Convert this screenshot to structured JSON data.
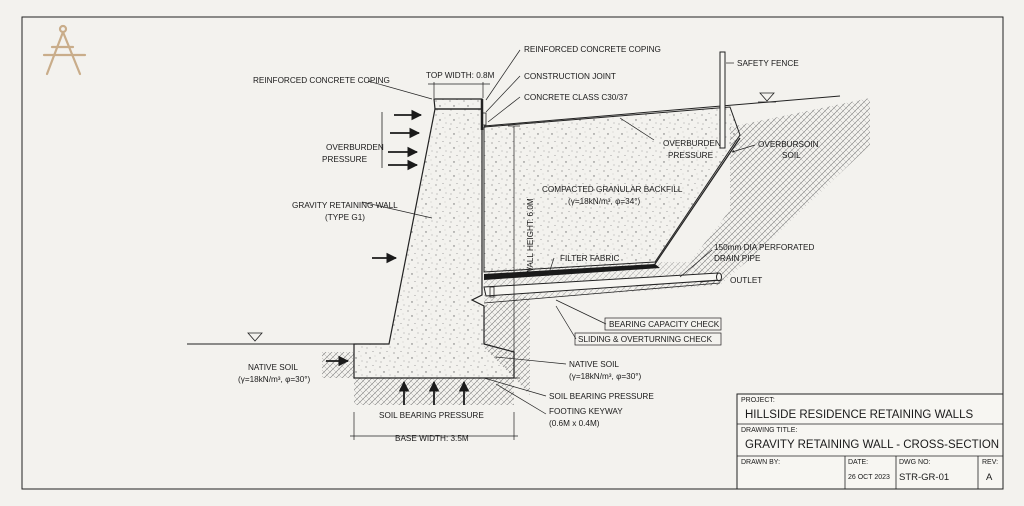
{
  "colors": {
    "paper": "#f3f2ee",
    "ink": "#1a1a1a",
    "logo": "#c9ad8a",
    "hatch": "#6a6a6a"
  },
  "logo_icon": "drafting-compass-icon",
  "labels": {
    "coping_left": "REINFORCED CONCRETE COPING",
    "top_width": "TOP WIDTH: 0.8M",
    "coping_right": "REINFORCED CONCRETE COPING",
    "construction_joint": "CONSTRUCTION JOINT",
    "concrete_class": "CONCRETE CLASS C30/37",
    "safety_fence": "SAFETY FENCE",
    "overburden_pressure_left_1": "OVERBURDEN",
    "overburden_pressure_left_2": "PRESSURE",
    "overburden_pressure_mid_1": "OVERBURDEN",
    "overburden_pressure_mid_2": "PRESSURE",
    "overbursoin_1": "OVERBURSOIN",
    "overbursoin_2": "SOIL",
    "gravity_wall_1": "GRAVITY RETAINING WALL",
    "gravity_wall_2": "(TYPE G1)",
    "backfill_1": "COMPACTED GRANULAR BACKFILL",
    "backfill_2": "(γ=18kN/m³, φ=34°)",
    "wall_height": "WALL HEIGHT: 6.0M",
    "filter_fabric": "FILTER FABRIC",
    "drain_pipe_1": "150mm DIA PERFORATED",
    "drain_pipe_2": "DRAIN PIPE",
    "outlet": "OUTLET",
    "bearing_capacity_check": "BEARING CAPACITY CHECK",
    "sliding_check": "SLIDING & OVERTURNING CHECK",
    "native_soil_left_1": "NATIVE SOIL",
    "native_soil_left_2": "(γ=18kN/m³, φ=30°)",
    "native_soil_right_1": "NATIVE SOIL",
    "native_soil_right_2": "(γ=18kN/m³, φ=30°)",
    "soil_bearing_pressure_right": "SOIL BEARING PRESSURE",
    "soil_bearing_pressure_bottom": "SOIL BEARING PRESSURE",
    "footing_keyway_1": "FOOTING KEYWAY",
    "footing_keyway_2": "(0.6M x 0.4M)",
    "base_width": "BASE WIDTH: 3.5M"
  },
  "title_block": {
    "project_label": "PROJECT:",
    "project": "HILLSIDE RESIDENCE RETAINING WALLS",
    "drawing_title_label": "DRAWING TITLE:",
    "drawing_title": "GRAVITY RETAINING WALL - CROSS-SECTION",
    "drawn_by_label": "DRAWN BY:",
    "drawn_by": "",
    "date_label": "DATE:",
    "date": "26 OCT 2023",
    "dwg_no_label": "DWG NO:",
    "dwg_no": "STR-GR-01",
    "rev_label": "REV:",
    "rev": "A"
  }
}
